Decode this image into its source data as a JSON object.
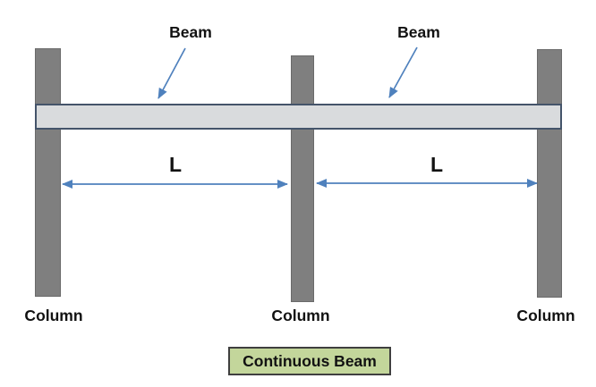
{
  "diagram": {
    "beam_labels": [
      {
        "text": "Beam"
      },
      {
        "text": "Beam"
      }
    ],
    "span_labels": [
      {
        "text": "L"
      },
      {
        "text": "L"
      }
    ],
    "column_labels": [
      {
        "text": "Column"
      },
      {
        "text": "Column"
      },
      {
        "text": "Column"
      }
    ],
    "caption": {
      "text": "Continuous Beam"
    }
  },
  "colors": {
    "column-fill": "#7f7f7f",
    "column-border": "#6a6a6a",
    "beam-fill": "#d9dbdd",
    "beam-border": "#44546a",
    "arrow": "#4f81bd",
    "caption-fill": "#c3d69b",
    "caption-border": "#3f3f3f",
    "text": "#121212"
  }
}
